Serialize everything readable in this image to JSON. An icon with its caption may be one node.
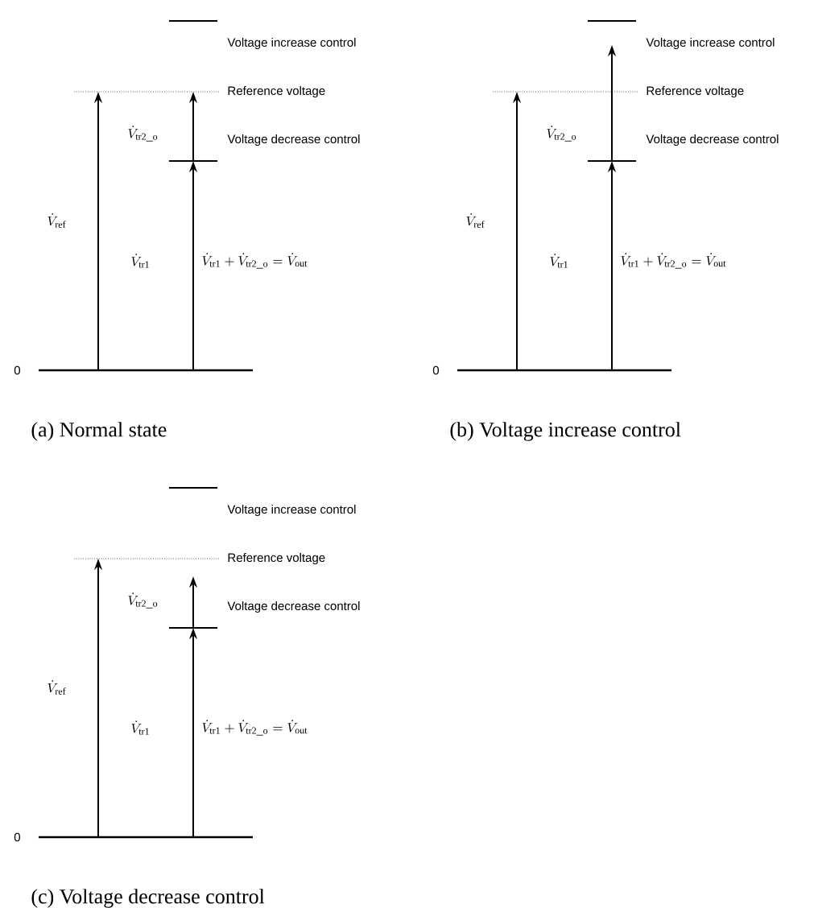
{
  "diagram": {
    "labels": [
      "Voltage increase control",
      "Reference voltage",
      "\\dot{V}_{\\mathrm{tr2\\_o}}",
      "Voltage decrease control",
      "\\dot{V}_{\\mathrm{ref}}",
      "\\dot{V}_{\\mathrm{tr1}}",
      "\\dot{V}_{\\mathrm{tr1}} + \\dot{V}_{\\mathrm{tr2\\_o}} = \\dot{V}_{\\mathrm{out}}",
      "0",
      "(a) Normal state",
      "Voltage increase control",
      "Reference voltage",
      "\\dot{V}_{\\mathrm{tr2\\_o}}",
      "Voltage decrease control",
      "\\dot{V}_{\\mathrm{ref}}",
      "\\dot{V}_{\\mathrm{tr1}}",
      "\\dot{V}_{\\mathrm{tr1}} + \\dot{V}_{\\mathrm{tr2\\_o}} = \\dot{V}_{\\mathrm{out}}",
      "0",
      "(b) Voltage increase control",
      "Voltage increase control",
      "Reference voltage",
      "\\dot{V}_{\\mathrm{tr2\\_o}}",
      "Voltage decrease control",
      "\\dot{V}_{\\mathrm{ref}}",
      "\\dot{V}_{\\mathrm{tr1}}",
      "\\dot{V}_{\\mathrm{tr1}} + \\dot{V}_{\\mathrm{tr2\\_o}} = \\dot{V}_{\\mathrm{out}}",
      "0",
      "(c) Voltage decrease control"
    ]
  }
}
